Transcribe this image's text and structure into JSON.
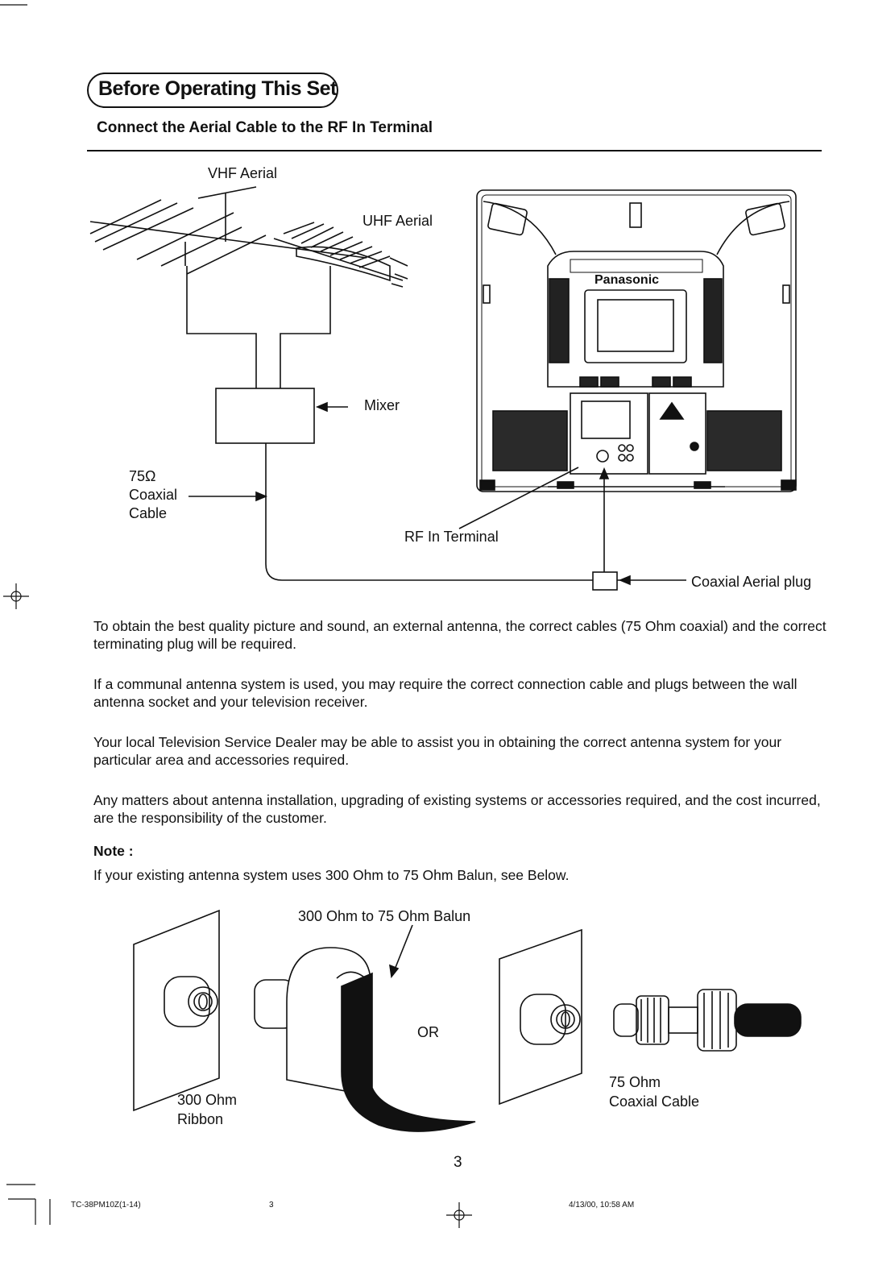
{
  "header": {
    "section_title": "Before Operating This Set",
    "subtitle": "Connect the Aerial Cable to the RF In Terminal"
  },
  "diagram_top": {
    "vhf_label": "VHF Aerial",
    "uhf_label": "UHF Aerial",
    "mixer_label": "Mixer",
    "cable_label_1": "75Ω",
    "cable_label_2": "Coaxial",
    "cable_label_3": "Cable",
    "rf_terminal_label": "RF In Terminal",
    "plug_label": "Coaxial Aerial plug",
    "brand": "Panasonic"
  },
  "body": {
    "paragraphs": [
      "To obtain the best quality picture and sound, an external antenna, the correct cables (75 Ohm coaxial) and the correct terminating plug will be required.",
      "If a communal antenna system is used, you may require the correct connection cable and plugs between the wall antenna socket and your television receiver.",
      "Your local Television Service Dealer may be able to assist you in obtaining the correct antenna system for your particular area and accessories required.",
      "Any matters about antenna installation, upgrading of existing systems or accessories required, and the cost incurred, are the responsibility of the customer."
    ],
    "note_heading": "Note :",
    "note_text": "If your existing antenna system uses 300 Ohm to 75 Ohm Balun, see Below."
  },
  "diagram_bottom": {
    "balun_label": "300 Ohm to 75 Ohm Balun",
    "or_label": "OR",
    "ribbon_label_1": "300 Ohm",
    "ribbon_label_2": "Ribbon",
    "coax_label_1": "75 Ohm",
    "coax_label_2": "Coaxial Cable"
  },
  "page_number": "3",
  "footer": {
    "doc_code": "TC-38PM10Z(1-14)",
    "page": "3",
    "timestamp": "4/13/00, 10:58 AM"
  }
}
